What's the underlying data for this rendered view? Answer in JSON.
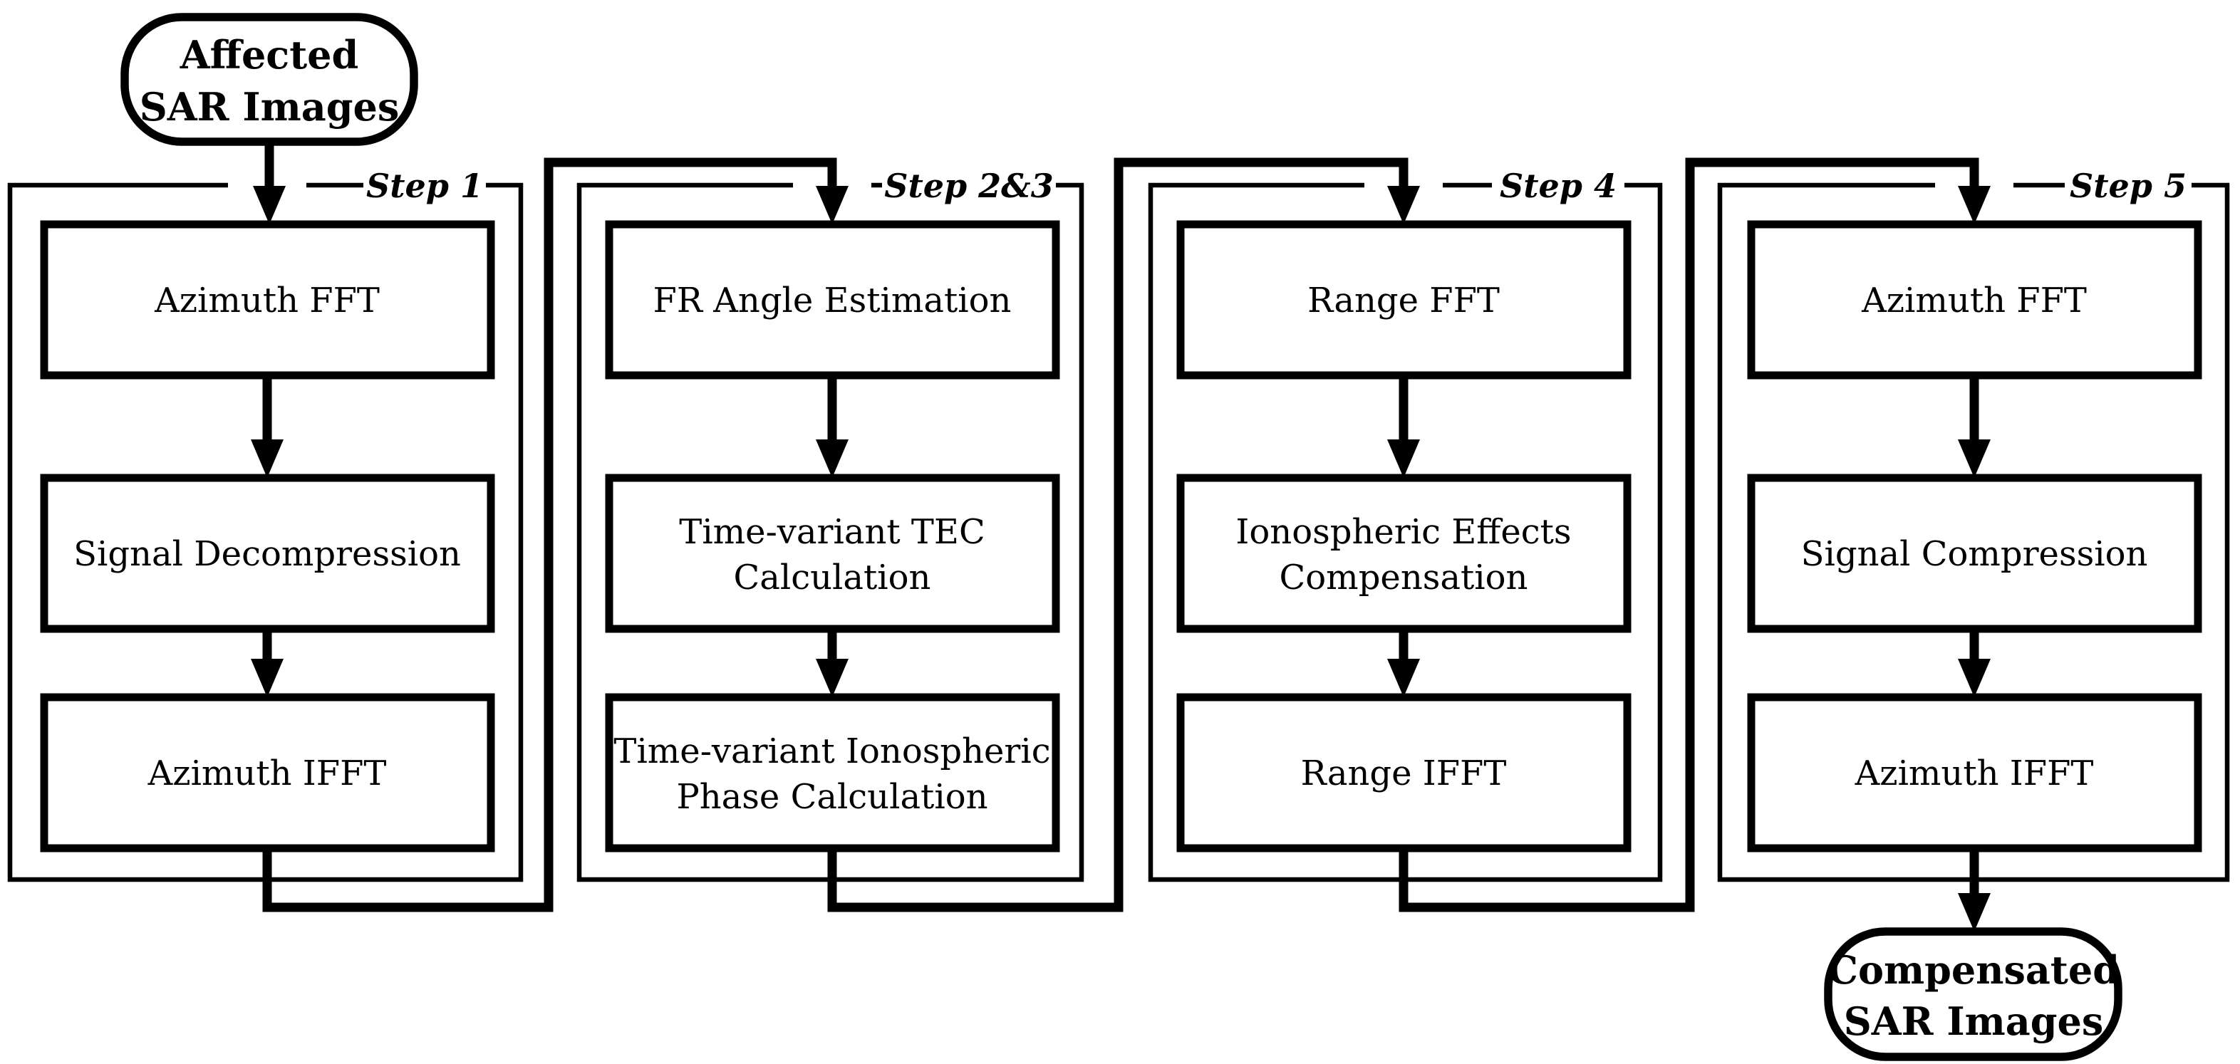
{
  "diagram": {
    "title": "Time-variant ionospheric effects compensation flowchart",
    "colors": {
      "ink": "#000000",
      "background": "#ffffff"
    },
    "start_node": {
      "lines": [
        "Affected",
        "SAR Images"
      ]
    },
    "end_node": {
      "lines": [
        "Compensated",
        "SAR Images"
      ]
    },
    "groups": [
      {
        "label": "Step 1",
        "boxes": [
          {
            "lines": [
              "Azimuth FFT"
            ]
          },
          {
            "lines": [
              "Signal Decompression"
            ]
          },
          {
            "lines": [
              "Azimuth IFFT"
            ]
          }
        ]
      },
      {
        "label": "Step 2&3",
        "boxes": [
          {
            "lines": [
              "FR Angle Estimation"
            ]
          },
          {
            "lines": [
              "Time-variant TEC",
              "Calculation"
            ]
          },
          {
            "lines": [
              "Time-variant Ionospheric",
              "Phase Calculation"
            ]
          }
        ]
      },
      {
        "label": "Step 4",
        "boxes": [
          {
            "lines": [
              "Range FFT"
            ]
          },
          {
            "lines": [
              "Ionospheric Effects",
              "Compensation"
            ]
          },
          {
            "lines": [
              "Range IFFT"
            ]
          }
        ]
      },
      {
        "label": "Step 5",
        "boxes": [
          {
            "lines": [
              "Azimuth FFT"
            ]
          },
          {
            "lines": [
              "Signal Compression"
            ]
          },
          {
            "lines": [
              "Azimuth IFFT"
            ]
          }
        ]
      }
    ]
  }
}
